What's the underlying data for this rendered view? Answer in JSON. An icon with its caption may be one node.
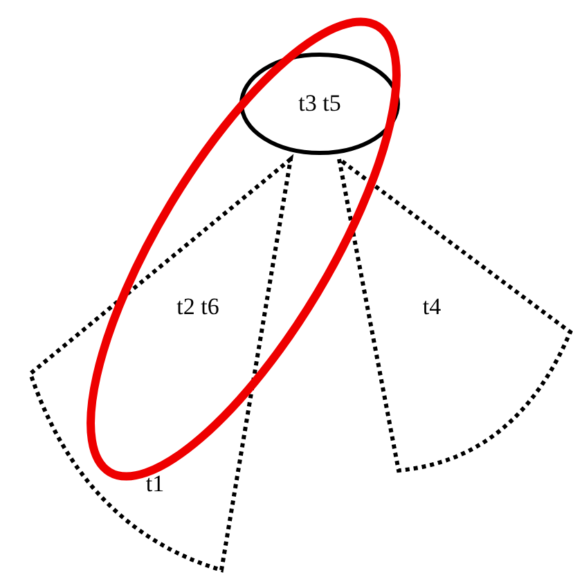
{
  "diagram": {
    "nodes": [
      {
        "text": [
          "t3 t5"
        ]
      },
      {
        "text": [
          "t2 t6",
          "t1"
        ]
      },
      {
        "text": [
          "t4"
        ]
      }
    ]
  }
}
